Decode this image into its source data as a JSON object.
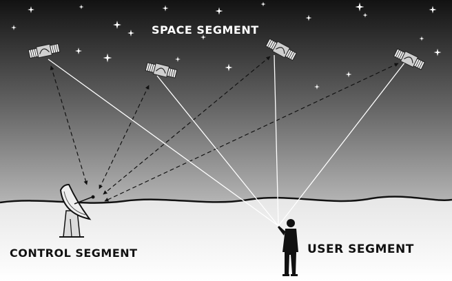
{
  "labels": {
    "space_segment": "SPACE SEGMENT",
    "control_segment": "CONTROL SEGMENT",
    "user_segment": "USER SEGMENT"
  },
  "colors": {
    "sky_top": "#121212",
    "sky_bottom": "#b0b0b0",
    "ground": "#f2f2f2",
    "signal_line": "#ffffff",
    "control_link": "#111111"
  },
  "elements": {
    "satellites": [
      "satellite-1",
      "satellite-2",
      "satellite-3",
      "satellite-4"
    ],
    "ground_station": "satellite-dish-icon",
    "user": "person-silhouette-icon"
  }
}
